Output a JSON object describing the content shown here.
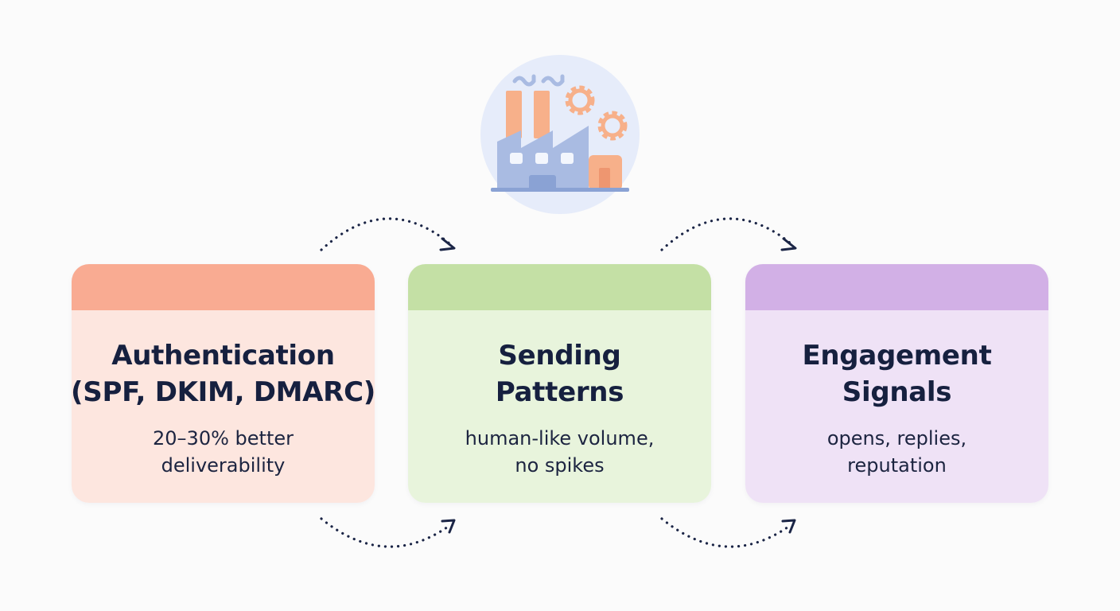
{
  "colors": {
    "ink": "#16203f",
    "connector": "#1b2546",
    "hero_circle": "#e6ecfa",
    "factory_blue": "#a9bbe2",
    "factory_orange": "#f7b08a"
  },
  "hero": {
    "icon": "factory-with-gears-icon"
  },
  "cards": [
    {
      "title_line1": "Authentication",
      "title_line2": "(SPF, DKIM, DMARC)",
      "desc_line1": "20–30% better",
      "desc_line2": "deliverability",
      "header_color": "#f9ab92",
      "body_color": "#fde6df"
    },
    {
      "title_line1": "Sending",
      "title_line2": "Patterns",
      "desc_line1": "human-like volume,",
      "desc_line2": "no spikes",
      "header_color": "#c4e0a5",
      "body_color": "#e8f4dc"
    },
    {
      "title_line1": "Engagement",
      "title_line2": "Signals",
      "desc_line1": "opens, replies,",
      "desc_line2": "reputation",
      "header_color": "#d2b0e6",
      "body_color": "#efe2f6"
    }
  ]
}
